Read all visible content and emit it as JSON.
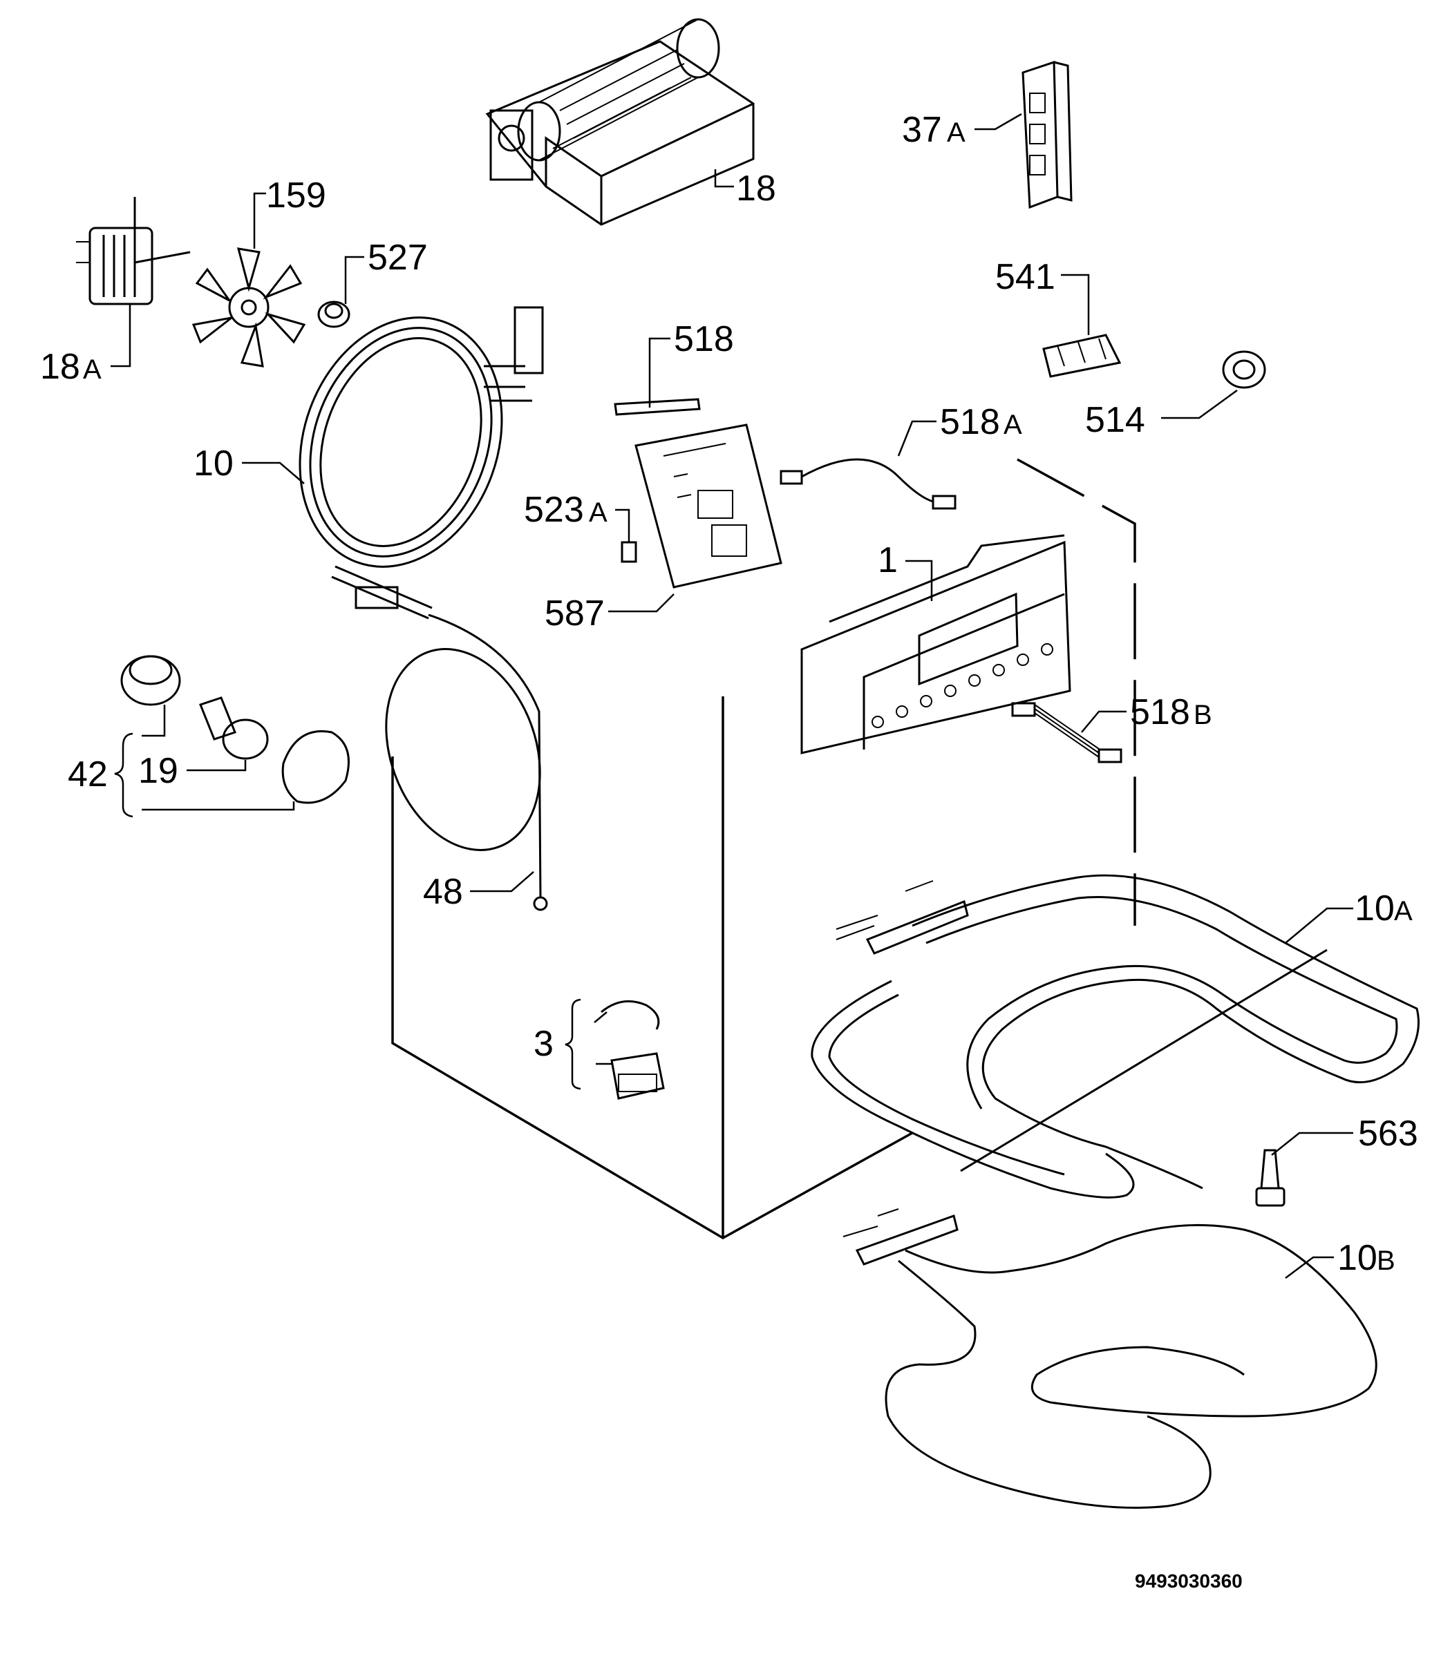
{
  "document_number": "9493030360",
  "parts": [
    {
      "id": "p1",
      "num": "1",
      "suffix": ""
    },
    {
      "id": "p3",
      "num": "3",
      "suffix": ""
    },
    {
      "id": "p10",
      "num": "10",
      "suffix": ""
    },
    {
      "id": "p10a",
      "num": "10",
      "suffix": "A"
    },
    {
      "id": "p10b",
      "num": "10",
      "suffix": "B"
    },
    {
      "id": "p18",
      "num": "18",
      "suffix": ""
    },
    {
      "id": "p18a",
      "num": "18",
      "suffix": "A"
    },
    {
      "id": "p19",
      "num": "19",
      "suffix": ""
    },
    {
      "id": "p37a",
      "num": "37",
      "suffix": "A"
    },
    {
      "id": "p42",
      "num": "42",
      "suffix": ""
    },
    {
      "id": "p48",
      "num": "48",
      "suffix": ""
    },
    {
      "id": "p159",
      "num": "159",
      "suffix": ""
    },
    {
      "id": "p514",
      "num": "514",
      "suffix": ""
    },
    {
      "id": "p518",
      "num": "518",
      "suffix": ""
    },
    {
      "id": "p518a",
      "num": "518",
      "suffix": "A"
    },
    {
      "id": "p518b",
      "num": "518",
      "suffix": "B"
    },
    {
      "id": "p523a",
      "num": "523",
      "suffix": "A"
    },
    {
      "id": "p527",
      "num": "527",
      "suffix": ""
    },
    {
      "id": "p541",
      "num": "541",
      "suffix": ""
    },
    {
      "id": "p563",
      "num": "563",
      "suffix": ""
    },
    {
      "id": "p587",
      "num": "587",
      "suffix": ""
    }
  ]
}
